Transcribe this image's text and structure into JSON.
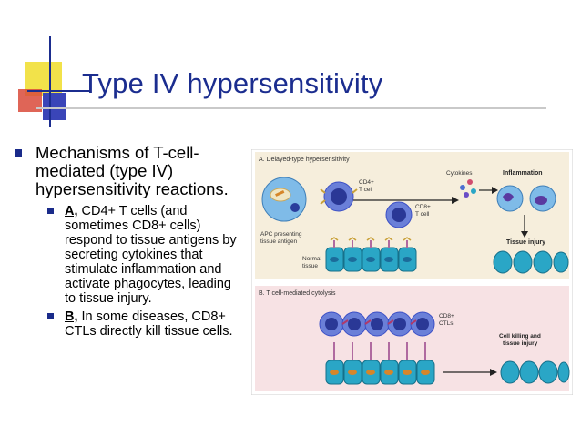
{
  "slide": {
    "title": "Type IV hypersensitivity",
    "main_bullet": "Mechanisms of T-cell-mediated (type IV) hypersensitivity reactions.",
    "sub_bullets": [
      {
        "label": "A,",
        "text": " CD4+ T cells (and sometimes CD8+ cells) respond to tissue antigens by secreting cytokines that stimulate inflammation and activate phagocytes, leading to tissue injury."
      },
      {
        "label": "B,",
        "text": " In some diseases, CD8+ CTLs directly kill tissue cells."
      }
    ]
  },
  "figure": {
    "panel_a": {
      "heading": "A. Delayed-type hypersensitivity",
      "cd4_label_1": "CD4+",
      "cd4_label_2": "T cell",
      "cd8_label_1": "CD8+",
      "cd8_label_2": "T cell",
      "apc_label_1": "APC presenting",
      "apc_label_2": "tissue antigen",
      "cytokines_label": "Cytokines",
      "inflammation_label": "Inflammation",
      "tissue_injury_label": "Tissue injury",
      "normal_tissue_label_1": "Normal",
      "normal_tissue_label_2": "tissue",
      "background_color": "#f6eedc"
    },
    "panel_b": {
      "heading": "B. T cell-mediated cytolysis",
      "ctl_label_1": "CD8+",
      "ctl_label_2": "CTLs",
      "result_label_1": "Cell killing and",
      "result_label_2": "tissue injury",
      "background_color": "#f7e2e4"
    }
  },
  "colors": {
    "title": "#1b2d8f",
    "bullet": "#1a2b8a",
    "tissue_cell": "#2aa6c6",
    "t_cell": "#3b4fc6",
    "apc": "#5aa9e0"
  }
}
